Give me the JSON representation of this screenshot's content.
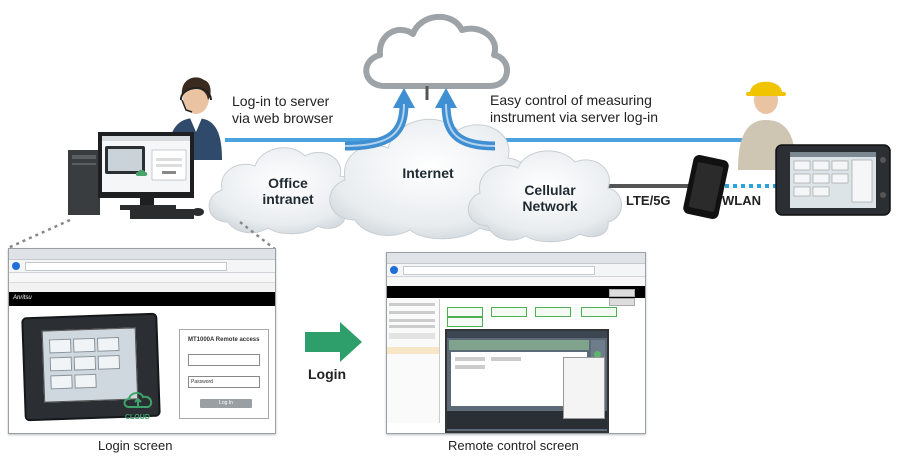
{
  "labels": {
    "login_to_server": [
      "Log-in to server",
      "via web browser"
    ],
    "easy_control": [
      "Easy control of measuring",
      "instrument via server log-in"
    ],
    "office_intranet": [
      "Office",
      "intranet"
    ],
    "internet": "Internet",
    "cellular_network": [
      "Cellular",
      "Network"
    ],
    "lte_5g": "LTE/5G",
    "wlan": "WLAN",
    "login_arrow": "Login",
    "login_screen": "Login screen",
    "remote_control_screen": "Remote control screen"
  },
  "login_window": {
    "brand": "Anritsu",
    "panel_title": "MT1000A Remote access",
    "password_label": "Password",
    "login_button": "Log In",
    "cloud_badge": "CLOUD"
  },
  "colors": {
    "network_line": "#4aa3df",
    "arrow_blue": "#3f8fd2",
    "login_arrow_green": "#2e9e6a",
    "cloud_gray": "#9ea3a8",
    "cellular_line": "#555555"
  }
}
